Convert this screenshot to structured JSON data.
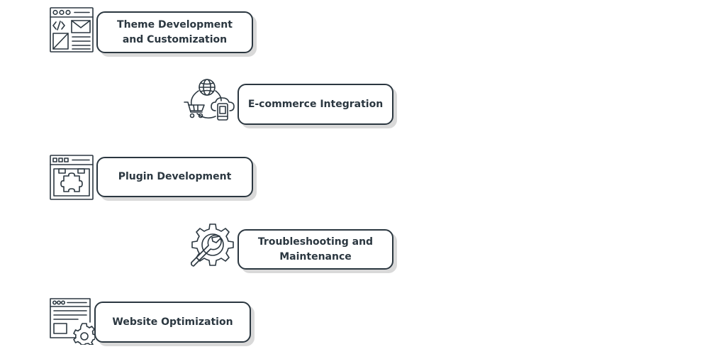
{
  "colors": {
    "text": "#2b3740",
    "border": "#2b3740",
    "shadow": "#d9d9d9",
    "icon": "#2b3740",
    "background": "#ffffff"
  },
  "items": [
    {
      "icon": "code-window-icon",
      "lines": [
        "Theme Development",
        "and Customization"
      ]
    },
    {
      "icon": "ecommerce-network-icon",
      "lines": [
        "E-commerce Integration"
      ]
    },
    {
      "icon": "puzzle-window-icon",
      "lines": [
        "Plugin Development"
      ]
    },
    {
      "icon": "gear-wrench-icon",
      "lines": [
        "Troubleshooting and",
        "Maintenance"
      ]
    },
    {
      "icon": "window-gear-icon",
      "lines": [
        "Website Optimization"
      ]
    }
  ]
}
